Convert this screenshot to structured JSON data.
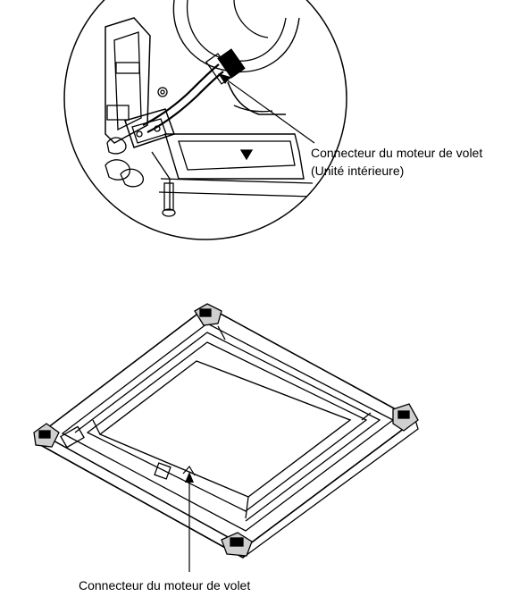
{
  "labels": {
    "top_line1": "Connecteur du moteur de volet",
    "top_line2": "(Unité intérieure)",
    "bottom": "Connecteur du moteur de volet"
  },
  "colors": {
    "ink": "#000000",
    "paper": "#ffffff",
    "shade": "#cfcfcf"
  }
}
